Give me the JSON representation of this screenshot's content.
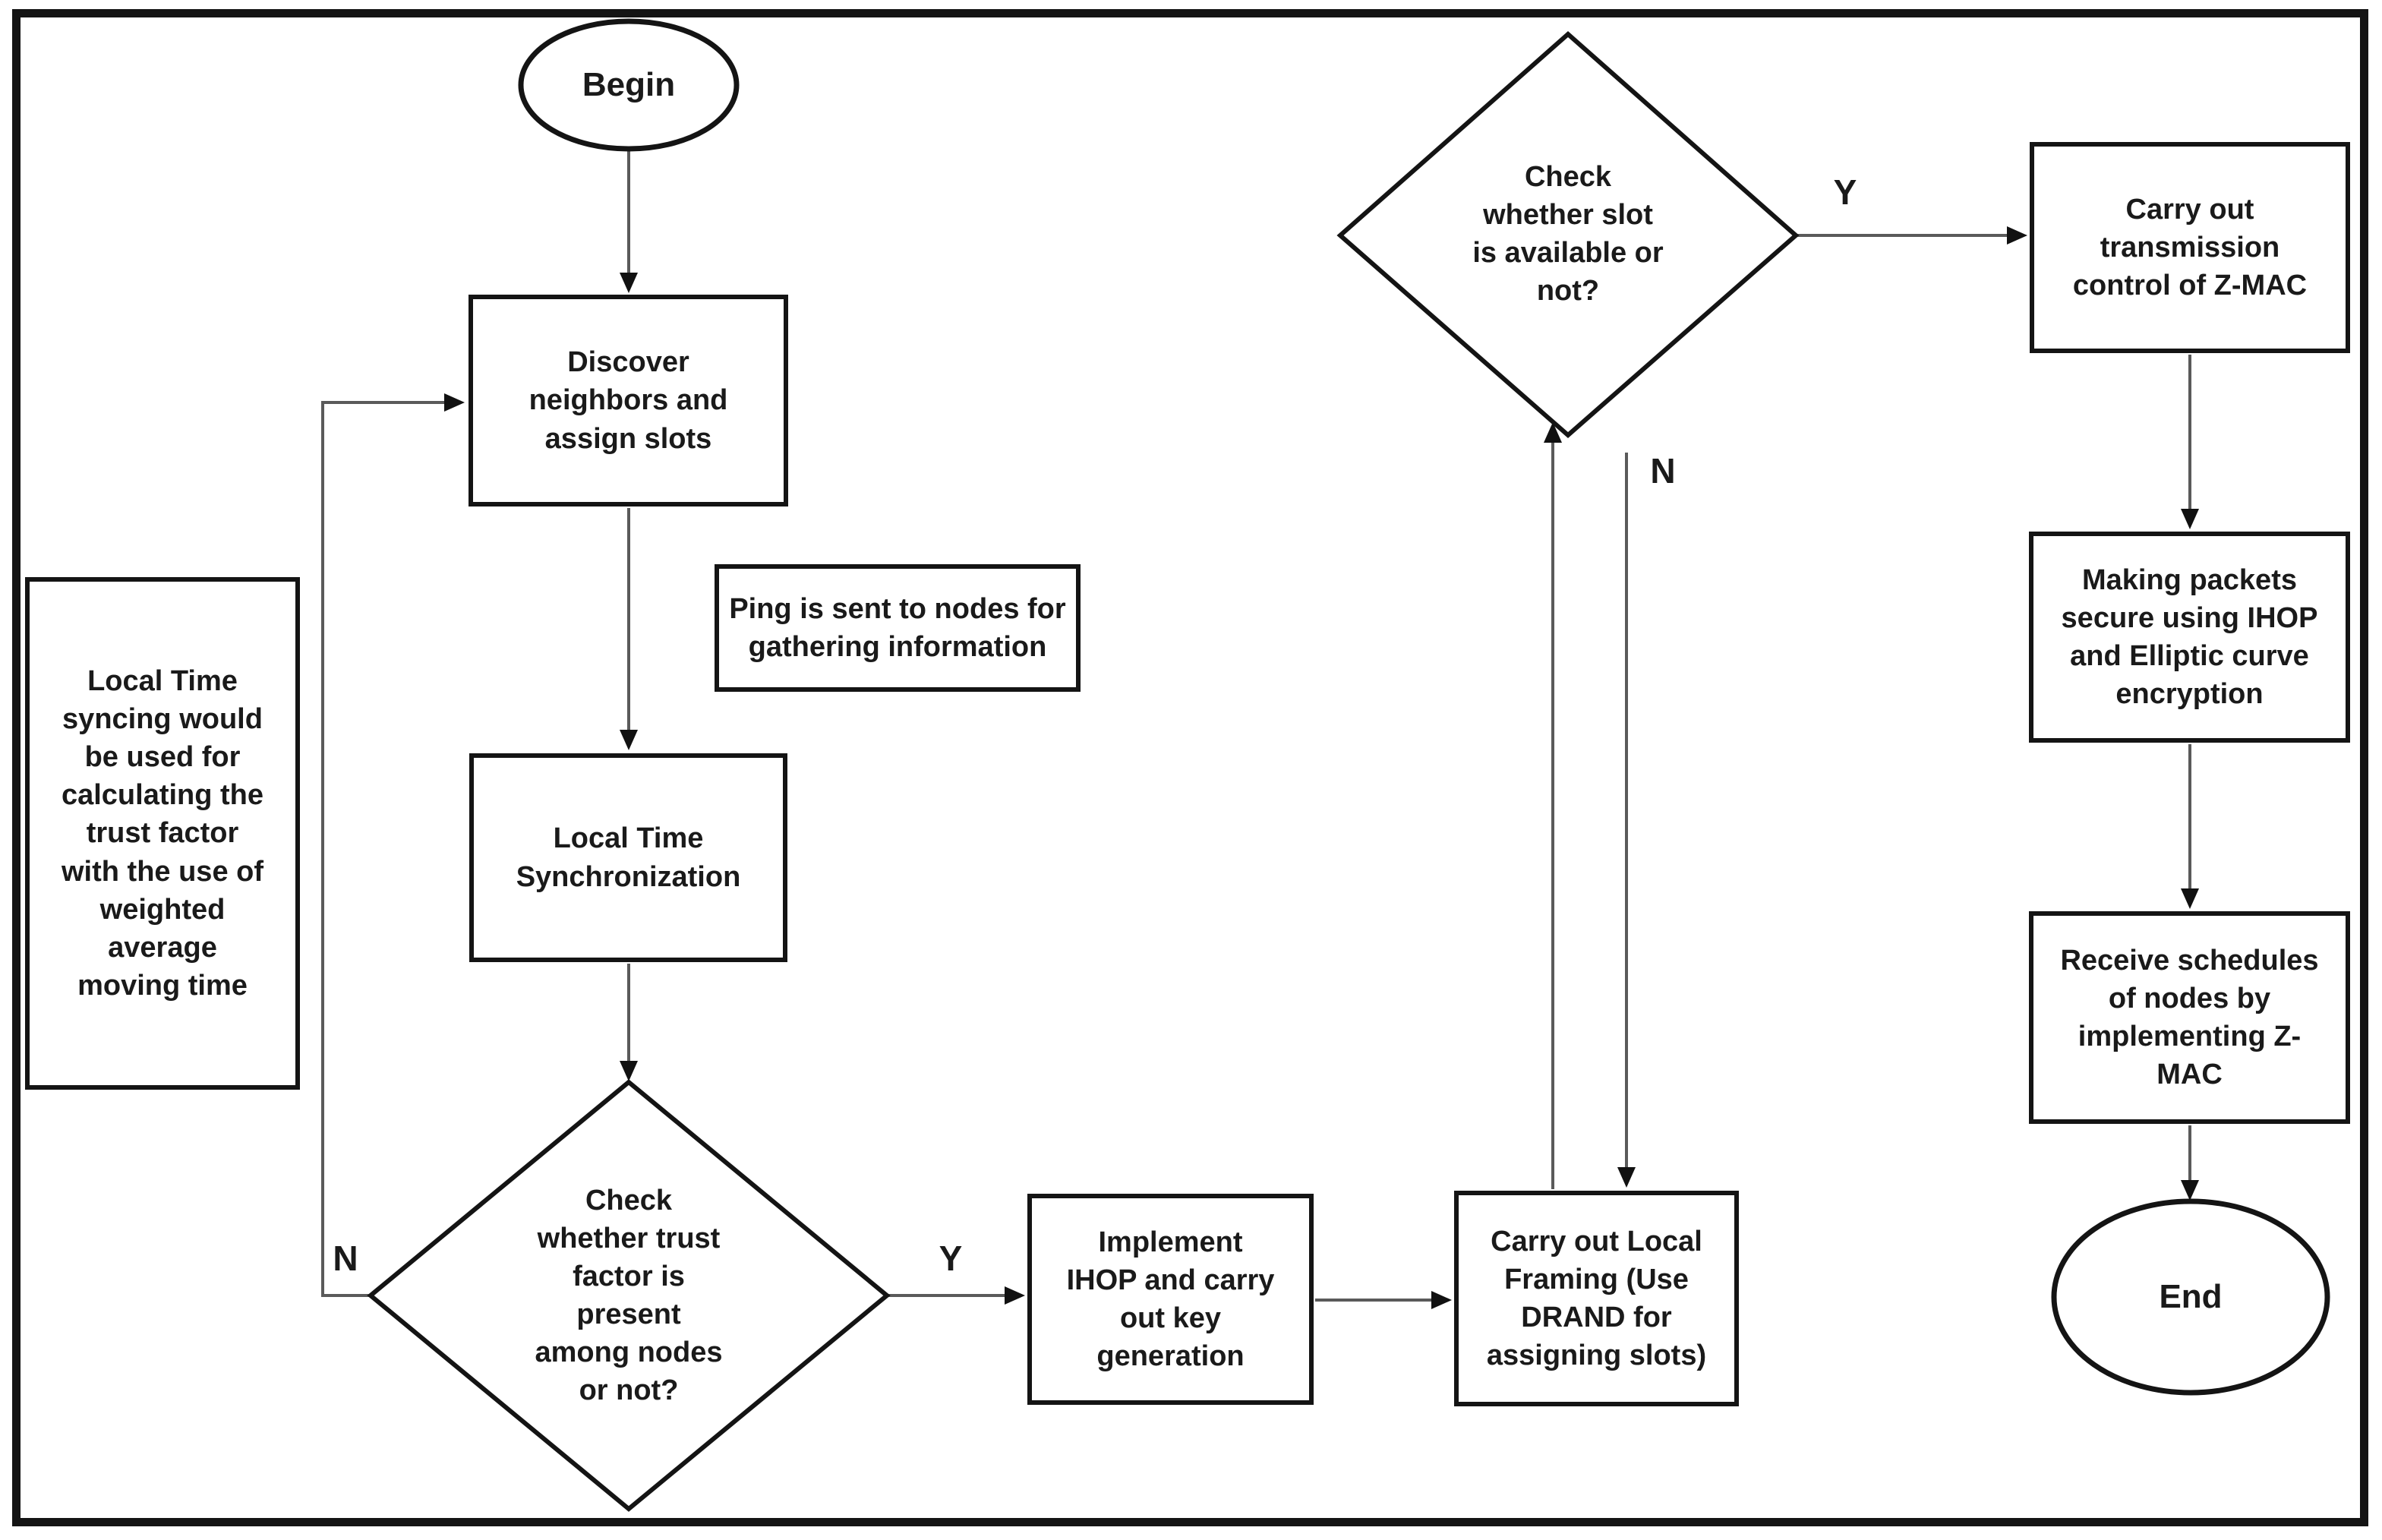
{
  "nodes": {
    "begin": {
      "label": "Begin",
      "type": "terminator"
    },
    "discover": {
      "label": "Discover\nneighbors and\nassign slots",
      "type": "process"
    },
    "local_time_note": {
      "label": "Local Time\nsyncing would\nbe used for\ncalculating the\ntrust factor\nwith the use of\nweighted\naverage\nmoving time",
      "type": "annotation"
    },
    "ping_note": {
      "label": "Ping is sent to nodes for\ngathering information",
      "type": "annotation"
    },
    "local_time_sync": {
      "label": "Local Time\nSynchronization",
      "type": "process"
    },
    "trust_decision": {
      "label": "Check\nwhether trust\nfactor is\npresent\namong nodes\nor not?",
      "type": "decision"
    },
    "implement_ihop": {
      "label": "Implement\nIHOP and carry\nout key\ngeneration",
      "type": "process"
    },
    "local_framing": {
      "label": "Carry out Local\nFraming (Use\nDRAND for\nassigning slots)",
      "type": "process"
    },
    "slot_decision": {
      "label": "Check\nwhether slot\nis available or\nnot?",
      "type": "decision"
    },
    "zmac_control": {
      "label": "Carry out\ntransmission\ncontrol of Z-MAC",
      "type": "process"
    },
    "secure_packets": {
      "label": "Making packets\nsecure using IHOP\nand Elliptic curve\nencryption",
      "type": "process"
    },
    "receive_schedules": {
      "label": "Receive schedules\nof nodes by\nimplementing Z-\nMAC",
      "type": "process"
    },
    "end": {
      "label": "End",
      "type": "terminator"
    }
  },
  "edge_labels": {
    "trust_no": "N",
    "trust_yes": "Y",
    "slot_yes": "Y",
    "slot_no": "N"
  },
  "colors": {
    "shape_border": "#141414",
    "connector": "#5a5a5a",
    "arrowhead": "#111111",
    "text": "#1a1a1a",
    "background": "#ffffff"
  }
}
